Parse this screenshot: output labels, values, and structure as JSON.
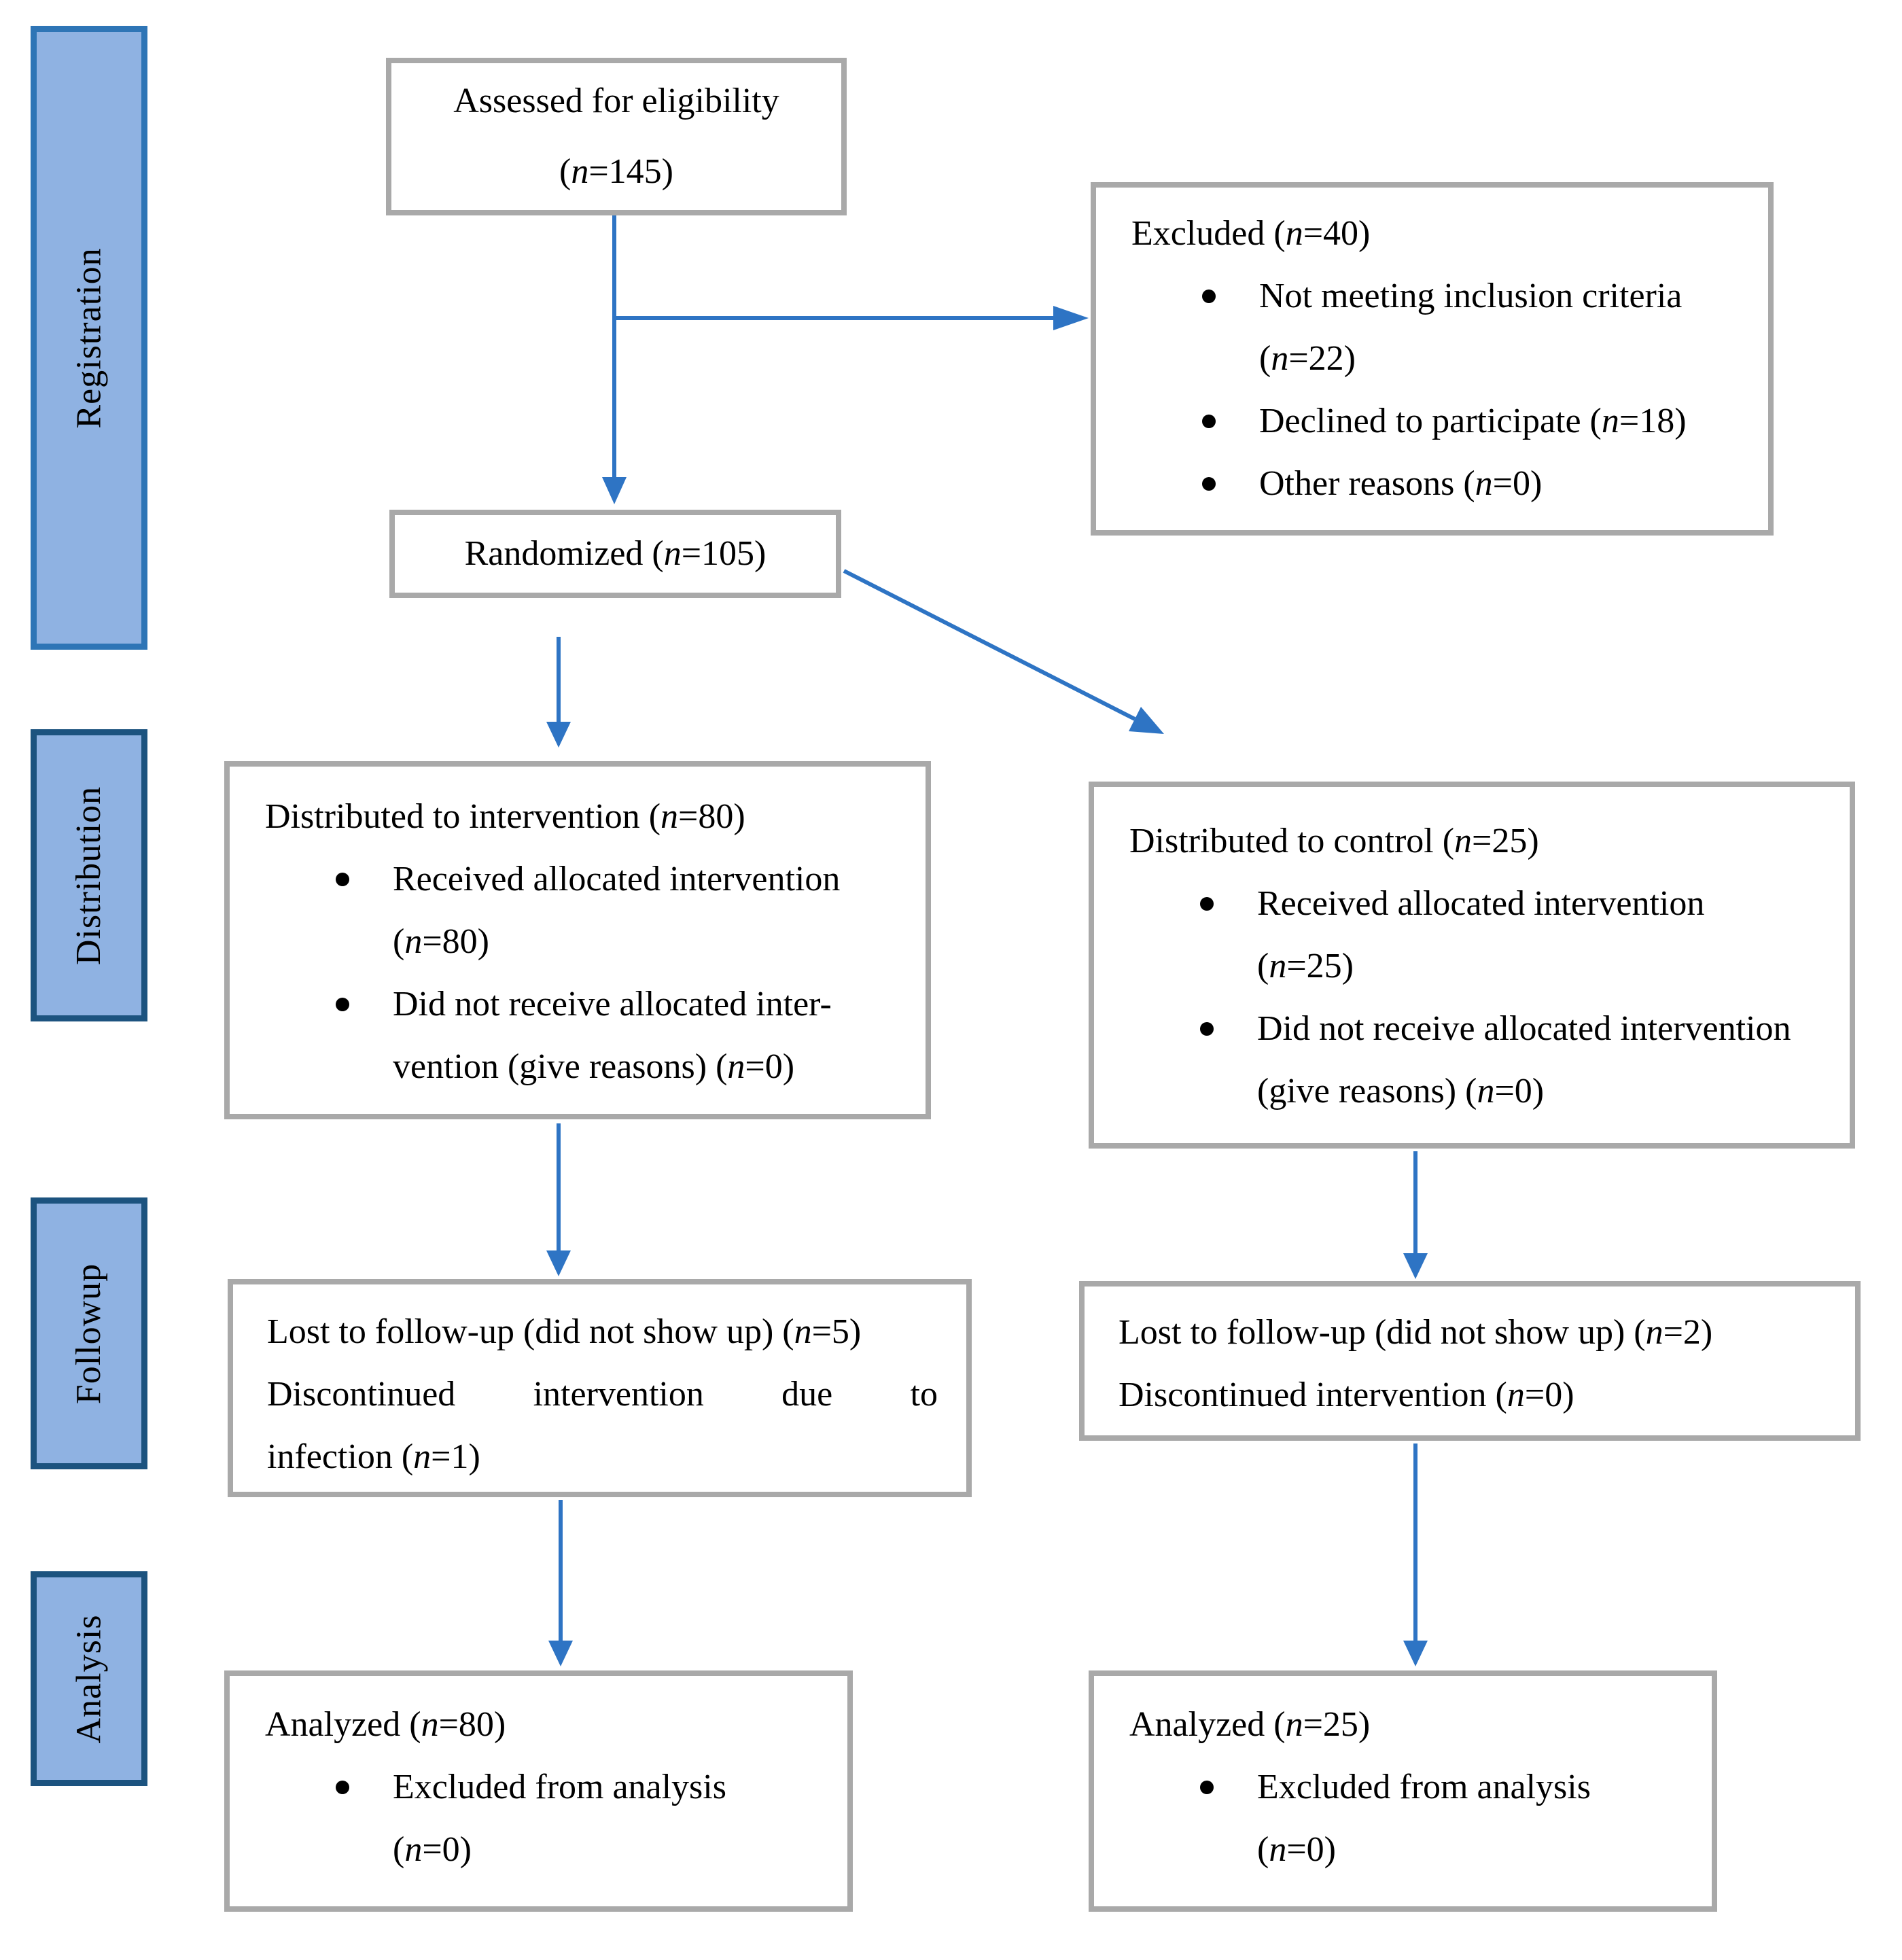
{
  "palette": {
    "sidebar_fill": "#8fb2e2",
    "sidebar_border_registration": "#2e75b6",
    "sidebar_border_dark": "#1c537f",
    "box_border": "#a9a9a9",
    "arrow": "#2e74c4",
    "text": "#000000"
  },
  "sidebar": [
    {
      "label": "Registration"
    },
    {
      "label": "Distribution"
    },
    {
      "label": "Followup"
    },
    {
      "label": "Analysis"
    }
  ],
  "flow": {
    "assessed": {
      "title": "Assessed for eligibility",
      "n": "(n=145)"
    },
    "excluded": {
      "title": "Excluded (n=40)",
      "bullets": [
        "Not meeting inclusion criteria\n(n=22)",
        "Declined to participate (n=18)",
        "Other reasons (n=0)"
      ]
    },
    "randomized": {
      "title": "Randomized (n=105)"
    },
    "intervention": {
      "title": "Distributed to intervention (n=80)",
      "bullets": [
        "Received allocated intervention\n(n=80)",
        "Did not receive allocated inter-\nvention (give reasons) (n=0)"
      ]
    },
    "control": {
      "title": "Distributed to control (n=25)",
      "bullets": [
        "Received allocated intervention\n(n=25)",
        "Did not receive allocated intervention\n(give reasons) (n=0)"
      ]
    },
    "followup_intervention": {
      "line1": "Lost to follow-up (did not show up) (n=5)",
      "line2": "Discontinued intervention due to",
      "line3": "infection (n=1)"
    },
    "followup_control": {
      "line1": "Lost to follow-up (did not show up) (n=2)",
      "line2": "Discontinued intervention (n=0)"
    },
    "analyzed_intervention": {
      "title": "Analyzed (n=80)",
      "bullets": [
        "Excluded from analysis\n(n=0)"
      ]
    },
    "analyzed_control": {
      "title": "Analyzed (n=25)",
      "bullets": [
        "Excluded from analysis\n(n=0)"
      ]
    }
  }
}
